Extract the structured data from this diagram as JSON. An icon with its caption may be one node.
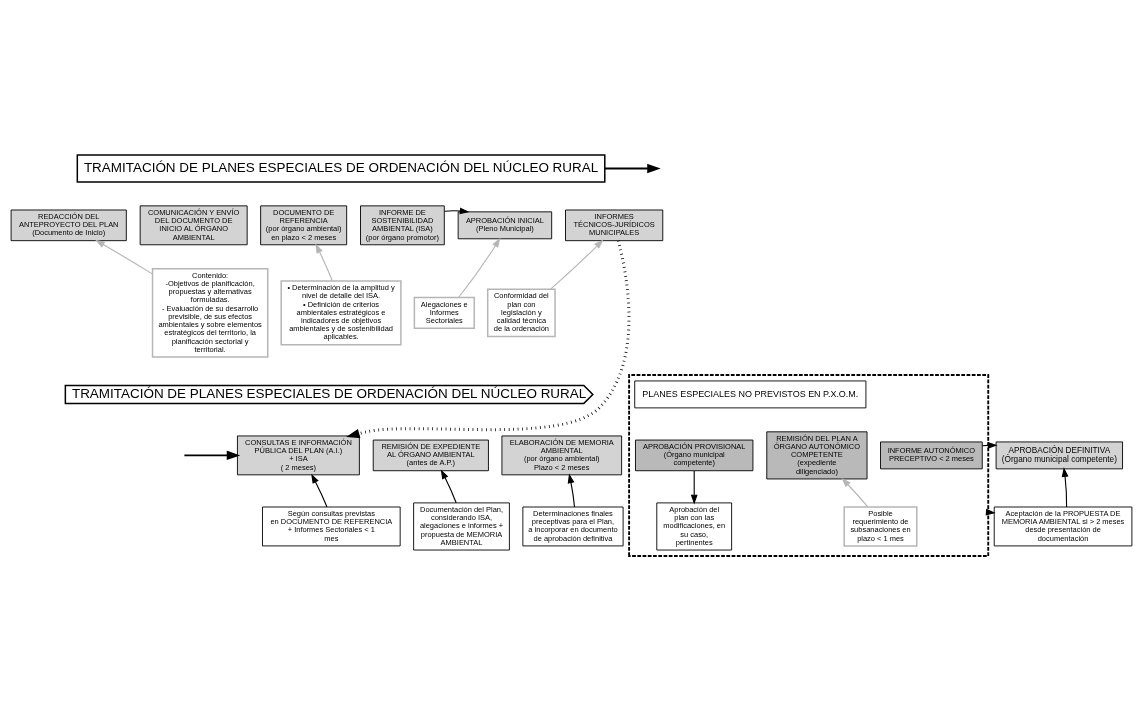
{
  "diagram": {
    "nodes": [
      {
        "text": [
          "TRAMITACIÓN DE PLANES ESPECIALES DE ORDENACIÓN DEL NÚCLEO RURAL"
        ]
      },
      {
        "text": [
          "REDACCIÓN DEL ANTEPROYECTO DEL PLAN",
          "(Documento de Inicio)"
        ]
      },
      {
        "text": [
          "COMUNICACIÓN Y ENVÍO DEL DOCUMENTO DE INICIO AL ÓRGANO AMBIENTAL"
        ]
      },
      {
        "text": [
          "DOCUMENTO DE REFERENCIA",
          "(por órgano ambiental) en plazo < 2 meses"
        ]
      },
      {
        "text": [
          "INFORME DE SOSTENIBILIDAD AMBIENTAL (ISA)",
          "(por órgano promotor)"
        ]
      },
      {
        "text": [
          "APROBACIÓN INICIAL",
          "(Pleno Municipal)"
        ]
      },
      {
        "text": [
          "INFORMES TÉCNICOS-JURÍDICOS MUNICIPALES"
        ]
      },
      {
        "text": [
          "Contenido:",
          "-Objetivos de planificación, propuestas y alternativas formuladas.",
          "- Evaluación de su desarrollo previsible, de sus efectos ambientales y sobre elementos estratégicos del territorio, la planificación sectorial y territorial."
        ]
      },
      {
        "text": [
          "• Determinación de la amplitud y nivel de detalle del ISA.",
          "• Definición de criterios ambientales estratégicos e indicadores de objetivos ambientales y de sostenibilidad aplicables."
        ]
      },
      {
        "text": [
          "Alegaciones e Informes Sectoriales"
        ]
      },
      {
        "text": [
          "Conformidad del plan con legislación y calidad técnica de la ordenación"
        ]
      },
      {
        "text": [
          "TRAMITACIÓN DE PLANES ESPECIALES DE ORDENACIÓN DEL NÚCLEO RURAL"
        ]
      },
      {
        "text": [
          "CONSULTAS E INFORMACIÓN PÚBLICA DEL PLAN (A.I.) + ISA",
          "( 2 meses)"
        ]
      },
      {
        "text": [
          "REMISIÓN DE EXPEDIENTE AL ÓRGANO AMBIENTAL",
          "(antes de A.P.)"
        ]
      },
      {
        "text": [
          "ELABORACIÓN DE MEMORIA AMBIENTAL",
          "(por órgano ambiental) Plazo < 2 meses"
        ]
      },
      {
        "text": [
          "Según consultas previstas en DOCUMENTO DE REFERENCIA + Informes Sectoriales < 1 mes"
        ]
      },
      {
        "text": [
          "Documentación del Plan, considerando ISA, alegaciones e informes + propuesta de MEMORIA AMBIENTAL"
        ]
      },
      {
        "text": [
          "Determinaciones finales preceptivas para el Plan, a incorporar en documento de aprobación definitiva"
        ]
      },
      {
        "text": [],
        "shape": "box"
      },
      {
        "text": [
          "PLANES ESPECIALES NO PREVISTOS EN P.X.O.M."
        ],
        "in": 18
      },
      {
        "text": [
          "APROBACIÓN PROVISIONAL",
          "(Órgano municipal competente)"
        ],
        "in": 18
      },
      {
        "text": [
          "REMISIÓN DEL PLAN A ÓRGANO AUTONÓMICO COMPETENTE",
          "(expediente diligenciado)"
        ],
        "in": 18
      },
      {
        "text": [
          "INFORME AUTONÓMICO PRECEPTIVO < 2 meses"
        ],
        "in": 18
      },
      {
        "text": [
          "Aprobación del plan con las modificaciones, en su caso, pertinentes"
        ],
        "in": 18
      },
      {
        "text": [
          "Posible requerimiento de subsanaciones en plazo < 1 mes"
        ],
        "in": 18
      },
      {
        "text": [
          "APROBACIÓN DEFINITIVA",
          "(Órgano municipal competente)"
        ]
      },
      {
        "text": [
          "Aceptación de la PROPUESTA DE MEMORIA AMBIENTAL si > 2 meses desde presentación de documentación"
        ]
      }
    ],
    "edges": [
      {
        "from": 0,
        "to": null,
        "arrow": "to"
      },
      {
        "from": 4,
        "to": 5,
        "arrow": "to"
      },
      {
        "from": 6,
        "to": 12,
        "arrow": "to",
        "style": "dashed"
      },
      {
        "from": null,
        "to": 12,
        "arrow": "to"
      },
      {
        "from": 7,
        "to": 1,
        "arrow": "to",
        "color": "#b5b5b5"
      },
      {
        "from": 8,
        "to": 3,
        "arrow": "to",
        "color": "#b5b5b5"
      },
      {
        "from": 9,
        "to": 5,
        "arrow": "to",
        "color": "#b5b5b5"
      },
      {
        "from": 10,
        "to": 6,
        "arrow": "to",
        "color": "#b5b5b5"
      },
      {
        "from": 15,
        "to": 12,
        "arrow": "to"
      },
      {
        "from": 16,
        "to": 13,
        "arrow": "to"
      },
      {
        "from": 17,
        "to": 14,
        "arrow": "to"
      },
      {
        "from": 20,
        "to": 23,
        "arrow": "to"
      },
      {
        "from": 24,
        "to": 21,
        "arrow": "to",
        "color": "#b5b5b5"
      },
      {
        "from": 22,
        "to": 25,
        "arrow": "to"
      },
      {
        "from": 18,
        "to": 26,
        "arrow": "to"
      },
      {
        "from": 26,
        "to": 25,
        "arrow": "to"
      }
    ]
  }
}
